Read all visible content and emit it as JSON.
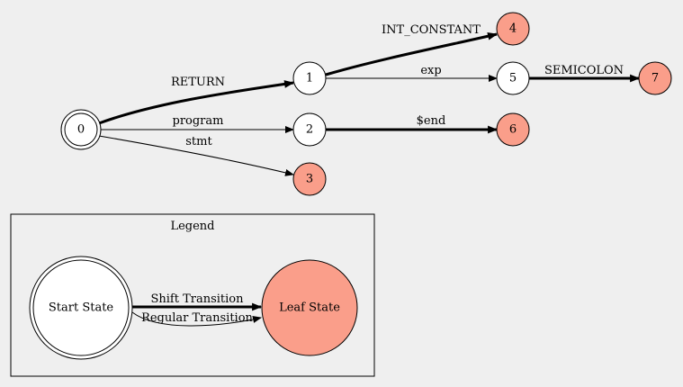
{
  "colors": {
    "background": "#efefef",
    "node_fill": "#ffffff",
    "leaf_fill": "#fa9e8a",
    "stroke": "#000000"
  },
  "nodes": [
    {
      "id": "0",
      "label": "0",
      "kind": "start"
    },
    {
      "id": "1",
      "label": "1",
      "kind": "regular"
    },
    {
      "id": "2",
      "label": "2",
      "kind": "regular"
    },
    {
      "id": "3",
      "label": "3",
      "kind": "leaf"
    },
    {
      "id": "4",
      "label": "4",
      "kind": "leaf"
    },
    {
      "id": "5",
      "label": "5",
      "kind": "regular"
    },
    {
      "id": "6",
      "label": "6",
      "kind": "leaf"
    },
    {
      "id": "7",
      "label": "7",
      "kind": "leaf"
    }
  ],
  "edges": [
    {
      "from": "0",
      "to": "1",
      "label": "RETURN",
      "type": "shift"
    },
    {
      "from": "0",
      "to": "2",
      "label": "program",
      "type": "regular"
    },
    {
      "from": "0",
      "to": "3",
      "label": "stmt",
      "type": "regular"
    },
    {
      "from": "1",
      "to": "4",
      "label": "INT_CONSTANT",
      "type": "shift"
    },
    {
      "from": "1",
      "to": "5",
      "label": "exp",
      "type": "regular"
    },
    {
      "from": "2",
      "to": "6",
      "label": "$end",
      "type": "shift"
    },
    {
      "from": "5",
      "to": "7",
      "label": "SEMICOLON",
      "type": "shift"
    }
  ],
  "legend": {
    "title": "Legend",
    "start_label": "Start State",
    "leaf_label": "Leaf State",
    "shift_label": "Shift Transition",
    "regular_label": "Regular Transition"
  }
}
